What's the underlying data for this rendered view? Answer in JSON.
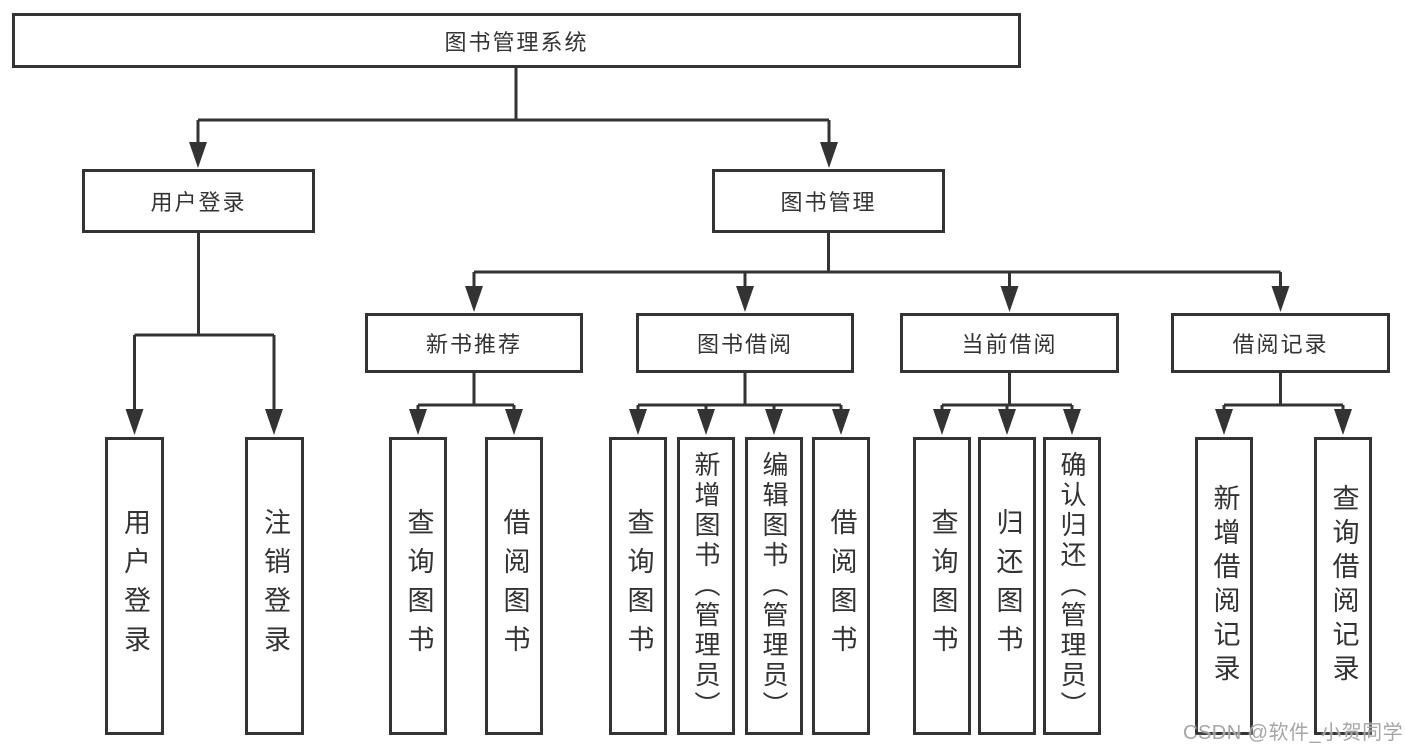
{
  "diagram": {
    "title": "图书管理系统",
    "level2": {
      "user_login": "用户登录",
      "book_mgmt": "图书管理"
    },
    "level3": {
      "new_books": "新书推荐",
      "book_borrow": "图书借阅",
      "current_borrow": "当前借阅",
      "borrow_records": "借阅记录"
    },
    "leaves": {
      "g1a": "用户登录",
      "g1b": "注销登录",
      "g2a": "查询图书",
      "g2b": "借阅图书",
      "g3a": "查询图书",
      "g3b": "新增图书（管理员）",
      "g3c": "编辑图书（管理员）",
      "g3d": "借阅图书",
      "g4a": "查询图书",
      "g4b": "归还图书",
      "g4c": "确认归还（管理员）",
      "g5a": "新增借阅记录",
      "g5b": "查询借阅记录"
    },
    "watermark": "CSDN @软件_小贺同学",
    "colors": {
      "line": "#333333",
      "text": "#333333",
      "watermark": "#a6a6a6",
      "background": "#ffffff"
    }
  }
}
